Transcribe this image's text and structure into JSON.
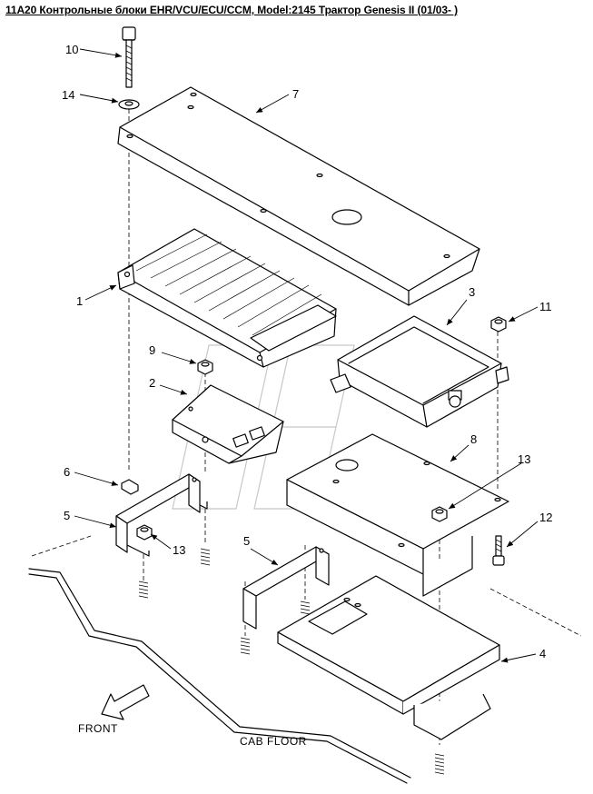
{
  "title": "11A20 Контрольные блоки EHR/VCU/ECU/CCM, Model:2145 Трактор Genesis II (01/03- )",
  "labels": {
    "front": "FRONT",
    "cab_floor": "CAB FLOOR"
  },
  "callouts": [
    "1",
    "2",
    "3",
    "4",
    "5",
    "5",
    "6",
    "7",
    "8",
    "9",
    "10",
    "11",
    "12",
    "13",
    "13",
    "14"
  ]
}
